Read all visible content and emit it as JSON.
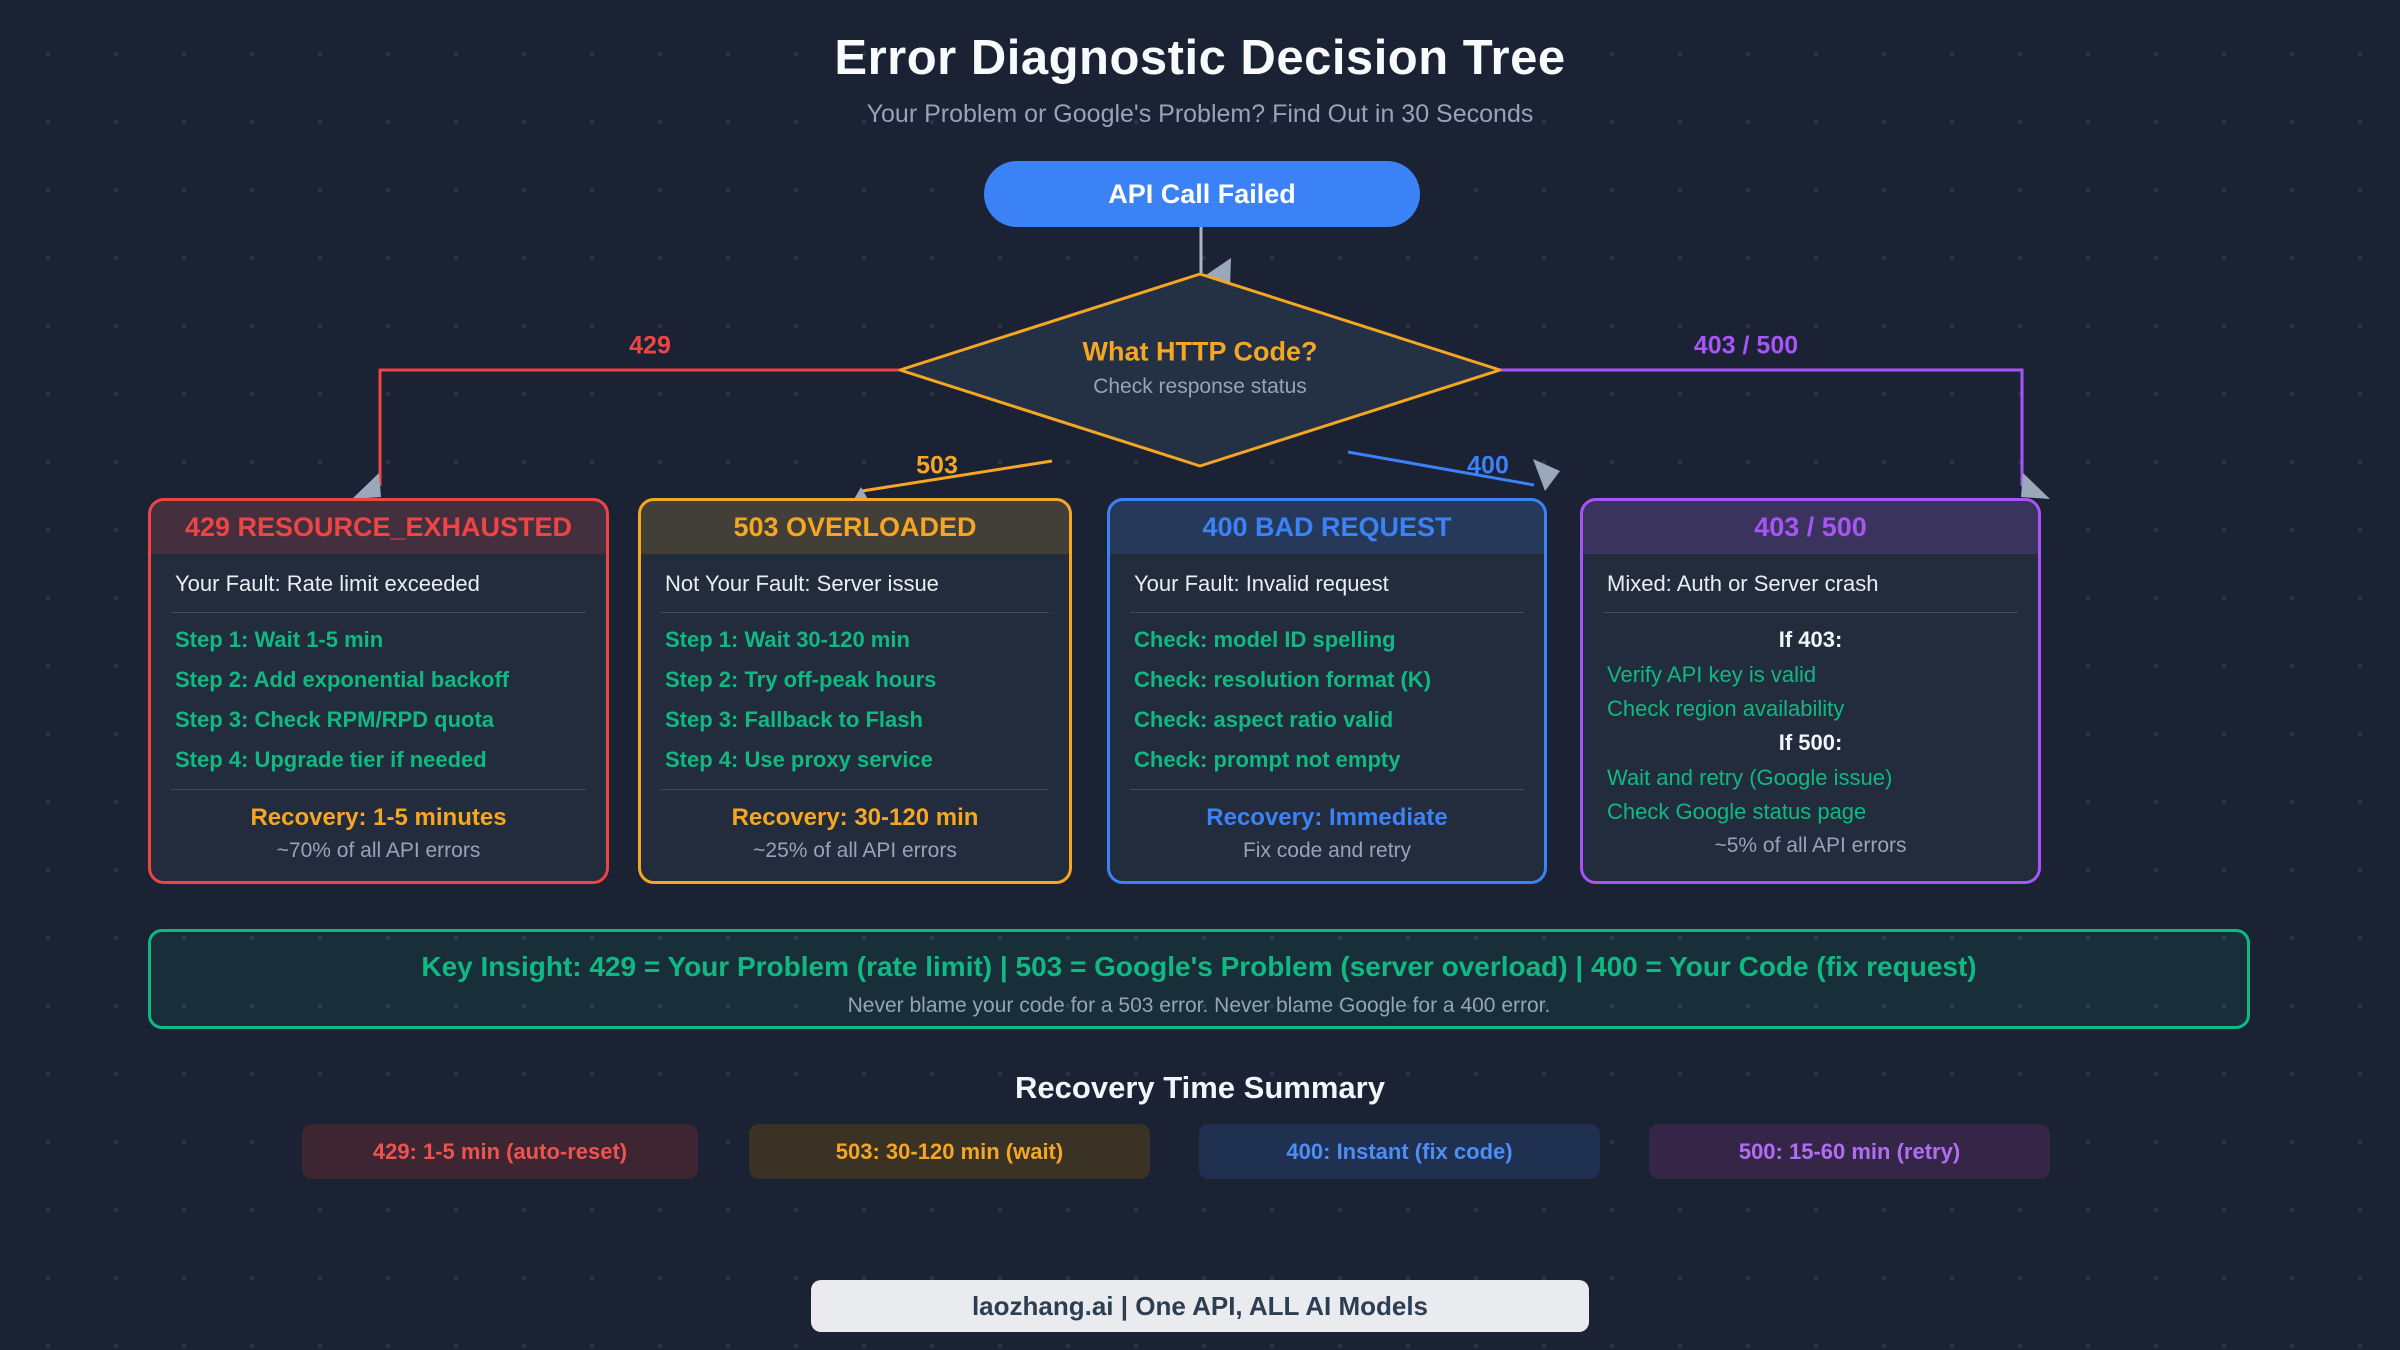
{
  "header": {
    "title": "Error Diagnostic Decision Tree",
    "subtitle": "Your Problem or Google's Problem? Find Out in 30 Seconds"
  },
  "flow": {
    "start_label": "API Call Failed",
    "start_bg": "#3b82f6",
    "decision_title": "What HTTP Code?",
    "decision_subtitle": "Check response status",
    "diamond_border": "#f5a623",
    "diamond_fill": "#243144",
    "arrowhead_color": "#9aa8ba",
    "stem_color": "#aab6c4",
    "edge_labels": {
      "e429": {
        "label": "429",
        "color": "#ef4444"
      },
      "e503": {
        "label": "503",
        "color": "#f5a623"
      },
      "e400": {
        "label": "400",
        "color": "#3b82f6"
      },
      "e403500": {
        "label": "403 / 500",
        "color": "#a855f7"
      }
    }
  },
  "cards": [
    {
      "title": "429 RESOURCE_EXHAUSTED",
      "accent": "#ef4444",
      "header_bg": "rgba(239,68,68,0.16)",
      "fault": "Your Fault: Rate limit exceeded",
      "body": [
        {
          "text": "Step 1: Wait 1-5 min",
          "kind": "step"
        },
        {
          "text": "Step 2: Add exponential backoff",
          "kind": "step"
        },
        {
          "text": "Step 3: Check RPM/RPD quota",
          "kind": "step"
        },
        {
          "text": "Step 4: Upgrade tier if needed",
          "kind": "step"
        }
      ],
      "divider_after_body": true,
      "tail": [
        {
          "text": "Recovery: 1-5 minutes",
          "kind": "recovery",
          "color": "#f5a623"
        },
        {
          "text": "~70% of all API errors",
          "kind": "note"
        }
      ]
    },
    {
      "title": "503 OVERLOADED",
      "accent": "#f5a623",
      "header_bg": "rgba(245,166,35,0.15)",
      "fault": "Not Your Fault: Server issue",
      "body": [
        {
          "text": "Step 1: Wait 30-120 min",
          "kind": "step"
        },
        {
          "text": "Step 2: Try off-peak hours",
          "kind": "step"
        },
        {
          "text": "Step 3: Fallback to Flash",
          "kind": "step"
        },
        {
          "text": "Step 4: Use proxy service",
          "kind": "step"
        }
      ],
      "divider_after_body": true,
      "tail": [
        {
          "text": "Recovery: 30-120 min",
          "kind": "recovery",
          "color": "#f5a623"
        },
        {
          "text": "~25% of all API errors",
          "kind": "note"
        }
      ]
    },
    {
      "title": "400 BAD REQUEST",
      "accent": "#3b82f6",
      "header_bg": "rgba(59,130,246,0.16)",
      "fault": "Your Fault: Invalid request",
      "body": [
        {
          "text": "Check: model ID spelling",
          "kind": "step"
        },
        {
          "text": "Check: resolution format (K)",
          "kind": "step"
        },
        {
          "text": "Check: aspect ratio valid",
          "kind": "step"
        },
        {
          "text": "Check: prompt not empty",
          "kind": "step"
        }
      ],
      "divider_after_body": true,
      "tail": [
        {
          "text": "Recovery: Immediate",
          "kind": "recovery",
          "color": "#3b82f6"
        },
        {
          "text": "Fix code and retry",
          "kind": "note"
        }
      ]
    },
    {
      "title": "403 / 500",
      "accent": "#a855f7",
      "header_bg": "rgba(168,85,247,0.18)",
      "fault": "Mixed: Auth or Server crash",
      "body": [
        {
          "text": "If 403:",
          "kind": "subhead"
        },
        {
          "text": "Verify API key is valid",
          "kind": "item"
        },
        {
          "text": "Check region availability",
          "kind": "item"
        },
        {
          "text": "If 500:",
          "kind": "subhead"
        },
        {
          "text": "Wait and retry (Google issue)",
          "kind": "item"
        },
        {
          "text": "Check Google status page",
          "kind": "item"
        }
      ],
      "divider_after_body": false,
      "tail": [
        {
          "text": "~5% of all API errors",
          "kind": "note"
        }
      ]
    }
  ],
  "insight": {
    "headline": "Key Insight: 429 = Your Problem (rate limit) | 503 = Google's Problem (server overload) | 400 = Your Code (fix request)",
    "note": "Never blame your code for a 503 error. Never blame Google for a 400 error.",
    "accent": "#10b981"
  },
  "summary": {
    "heading": "Recovery Time Summary",
    "chips": [
      {
        "label": "429: 1-5 min (auto-reset)",
        "color": "#ef5350",
        "bg": "#3d2532"
      },
      {
        "label": "503: 30-120 min (wait)",
        "color": "#f5a623",
        "bg": "#3a3224"
      },
      {
        "label": "400: Instant (fix code)",
        "color": "#4d8ef7",
        "bg": "#203050"
      },
      {
        "label": "500: 15-60 min (retry)",
        "color": "#b06ef5",
        "bg": "#352647"
      }
    ]
  },
  "footer": {
    "label": "laozhang.ai | One API, ALL AI Models"
  }
}
